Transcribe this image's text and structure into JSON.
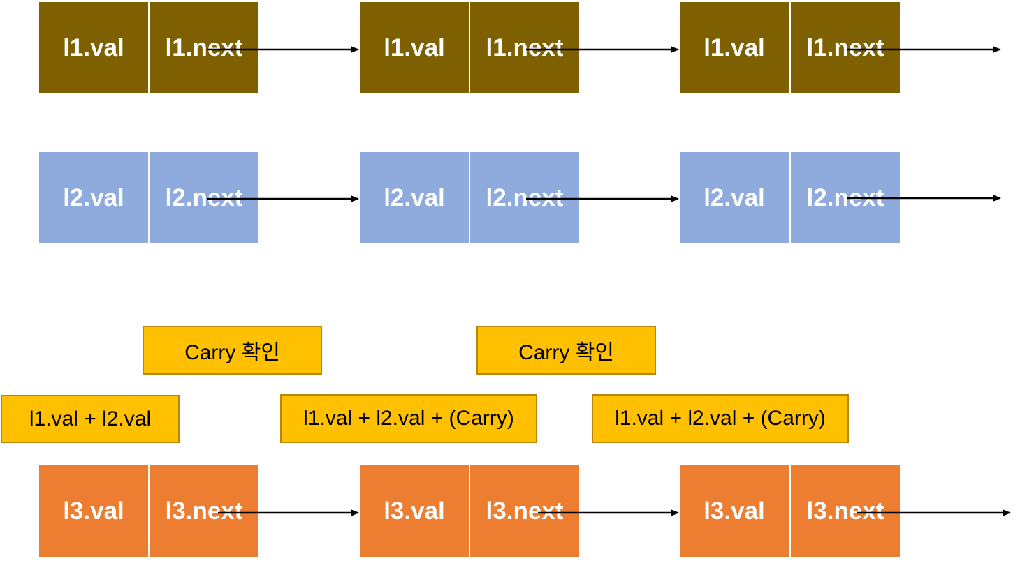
{
  "colors": {
    "l1": "#7f6000",
    "l2": "#8faadc",
    "l3": "#ed7d31",
    "label_fill": "#ffc000",
    "label_border": "#b8860b",
    "arrow": "#000000"
  },
  "lists": {
    "l1": {
      "val_label": "l1.val",
      "next_label": "l1.next"
    },
    "l2": {
      "val_label": "l2.val",
      "next_label": "l2.next"
    },
    "l3": {
      "val_label": "l3.val",
      "next_label": "l3.next"
    }
  },
  "annotations": {
    "carry_check": "Carry 확인",
    "sum_first": "l1.val  +  l2.val",
    "sum_with_carry": "l1.val  +  l2.val  +  (Carry)"
  }
}
